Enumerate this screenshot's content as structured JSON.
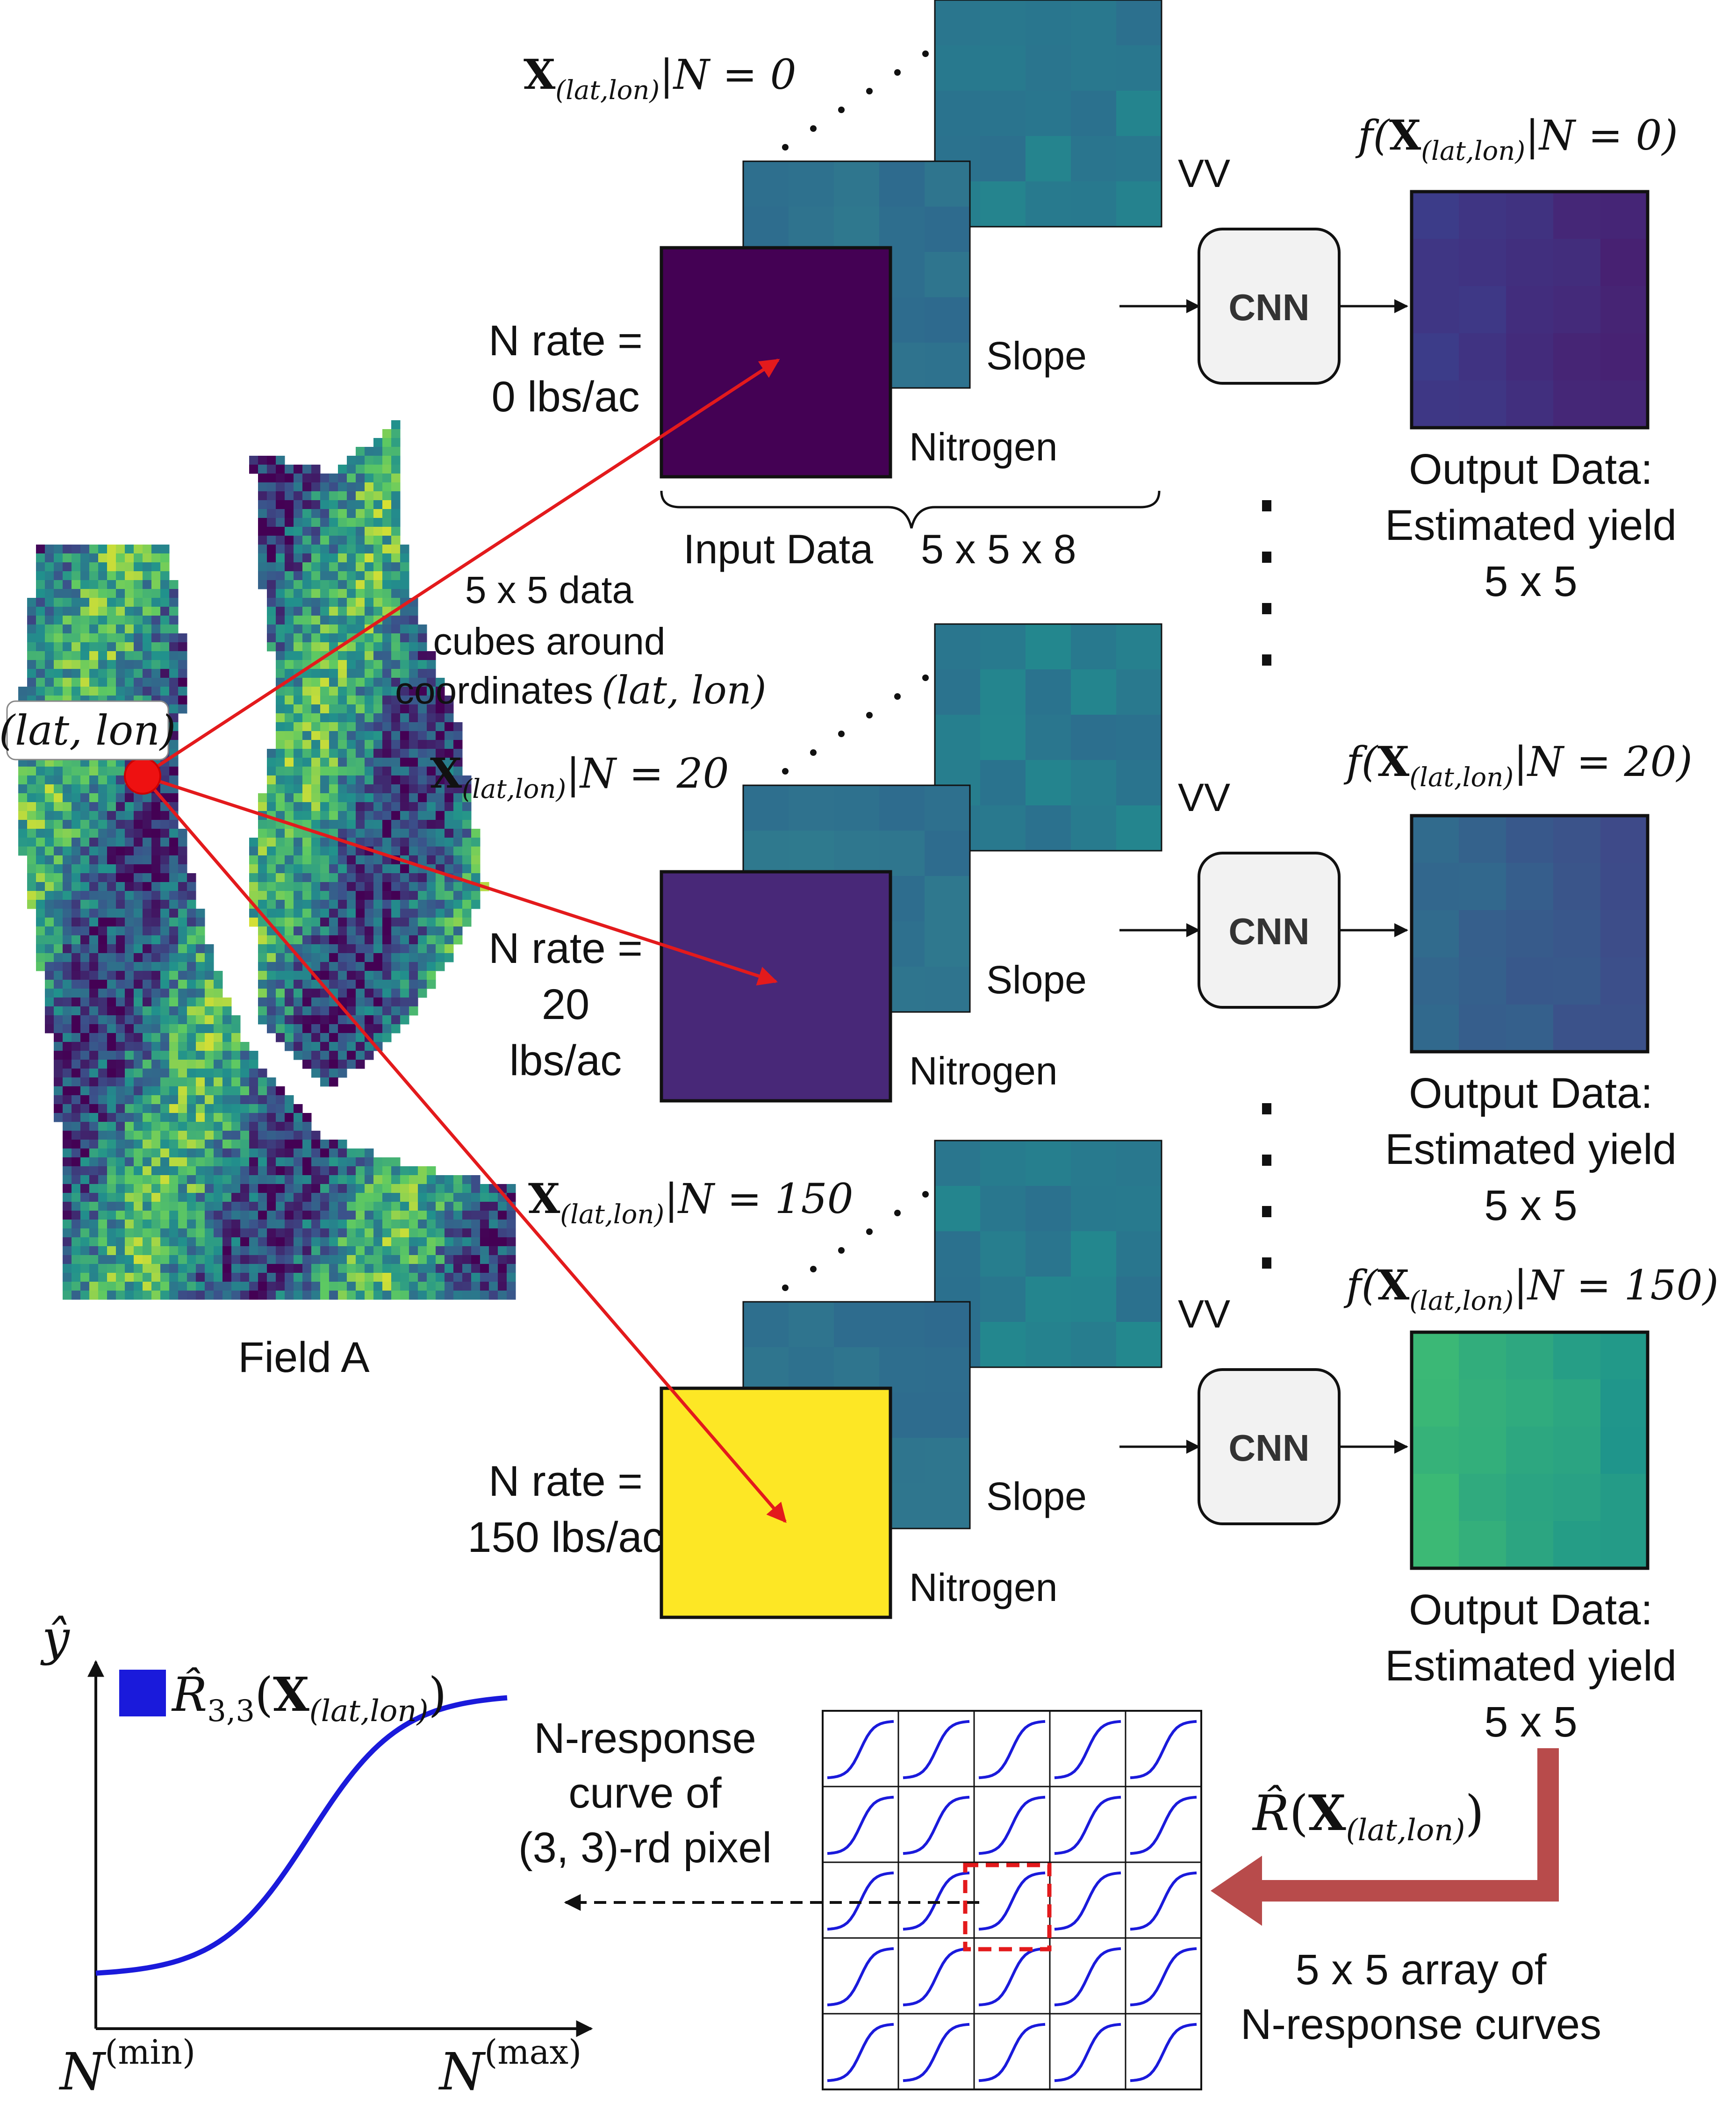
{
  "input_label": {
    "left": "Input Data",
    "right": "5 x 5 x 8"
  },
  "layer_labels": {
    "vv": "VV",
    "slope": "Slope",
    "nitrogen": "Nitrogen"
  },
  "cnn_label": "CNN",
  "cube_note": [
    "5 x 5 data",
    "cubes around",
    "coordinates"
  ],
  "field_label": "Field A",
  "point_label": "(lat, lon)",
  "rows": [
    {
      "n_rate_lines": [
        "N rate =",
        "0 lbs/ac"
      ],
      "input_value": "0",
      "output_value": "0",
      "output_lines": [
        "Output Data:",
        "Estimated yield",
        "5 x 5"
      ],
      "nitrogen_color": "#440154"
    },
    {
      "n_rate_lines": [
        "N rate =",
        "20",
        "lbs/ac"
      ],
      "input_value": "20",
      "output_value": "20",
      "output_lines": [
        "Output Data:",
        "Estimated yield",
        "5 x 5"
      ],
      "nitrogen_color": "#482878"
    },
    {
      "n_rate_lines": [
        "N rate =",
        "150 lbs/ac"
      ],
      "input_value": "150",
      "output_value": "150",
      "output_lines": [
        "Output Data:",
        "Estimated yield",
        "5 x 5"
      ],
      "nitrogen_color": "#fde725"
    }
  ],
  "response": {
    "label": "R̂(X(lat,lon))",
    "array_lines": [
      "5 x 5 array of",
      "N-response curves"
    ],
    "curve_lines": [
      "N-response",
      "curve of",
      "(3, 3)-rd pixel"
    ]
  },
  "plot": {
    "y_axis": "ŷ",
    "x_min_label": "N",
    "x_min_sup": "(min)",
    "x_max_label": "N",
    "x_max_sup": "(max)",
    "legend": "R̂₃,₃(X(lat,lon))",
    "curve_color": "#1a1adb"
  },
  "colors": {
    "arrow_red": "#e31a1c",
    "thick_arrow": "#b84b4b",
    "box_bg": "#f2f2f2"
  }
}
